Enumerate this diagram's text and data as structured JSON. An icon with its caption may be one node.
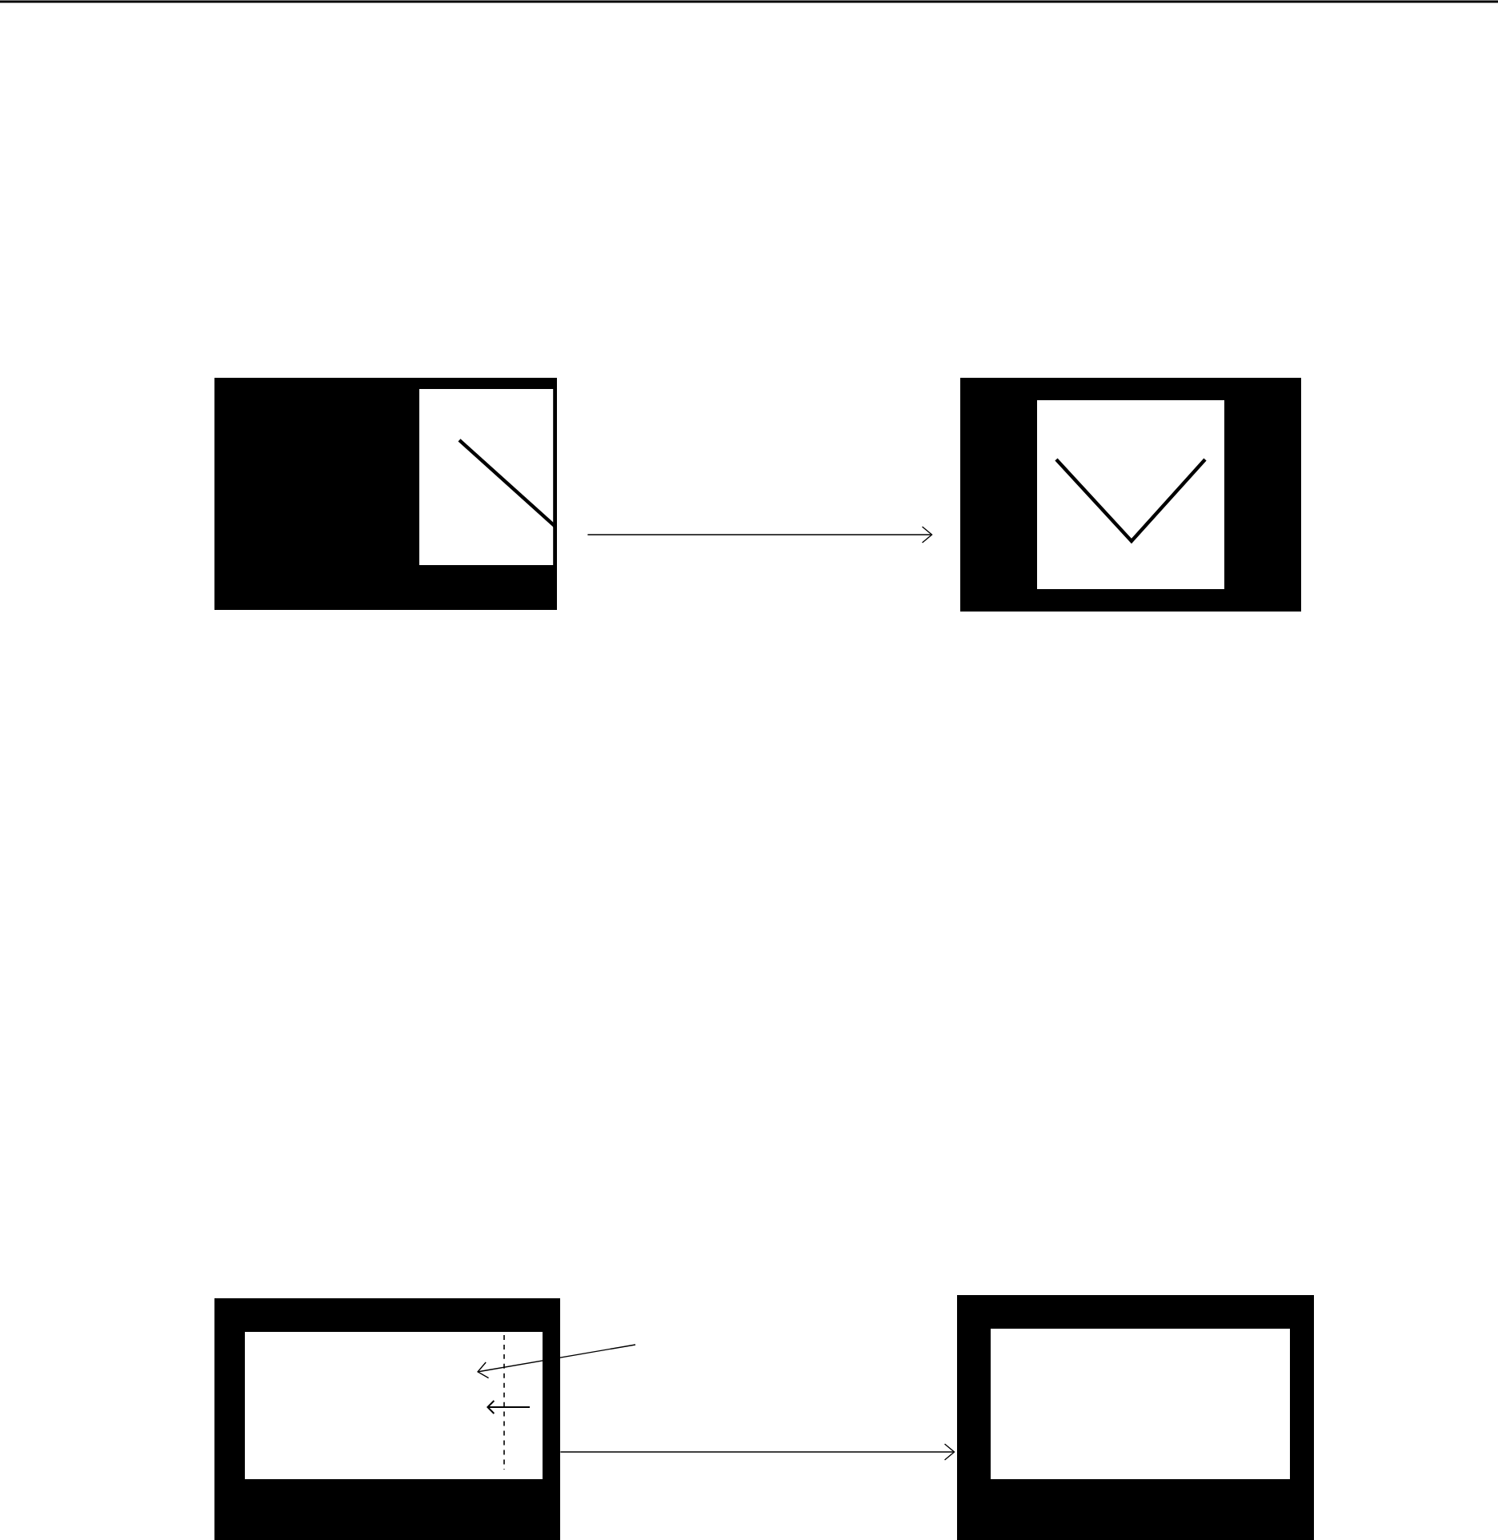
{
  "diagram": {
    "nodes": [
      {
        "text": [],
        "shape": "picture"
      },
      {
        "text": [],
        "shape": "picture"
      },
      {
        "text": [],
        "shape": "picture"
      },
      {
        "text": [],
        "shape": "picture"
      }
    ],
    "edges": [
      {
        "from": 0,
        "to": 1,
        "arrow": "to"
      },
      {
        "from": 2,
        "to": 3,
        "arrow": "to"
      },
      {
        "from": null,
        "to": 2,
        "arrow": "to"
      }
    ]
  }
}
